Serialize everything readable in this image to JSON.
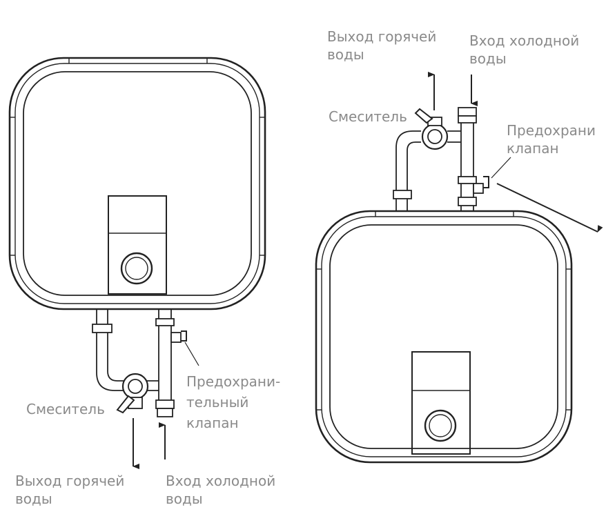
{
  "left_unit": {
    "mixer_label": "Смеситель",
    "hot_out_label": [
      "Выход горячей",
      "воды"
    ],
    "cold_in_label": [
      "Вход холодной",
      "воды"
    ],
    "valve_label": [
      "Предохрани-",
      "тельный",
      "клапан"
    ]
  },
  "right_unit": {
    "mixer_label": "Смеситель",
    "hot_out_label": [
      "Выход горячей",
      "воды"
    ],
    "cold_in_label": [
      "Вход холодной",
      "воды"
    ],
    "valve_label": [
      "Предохрани",
      "клапан"
    ]
  }
}
